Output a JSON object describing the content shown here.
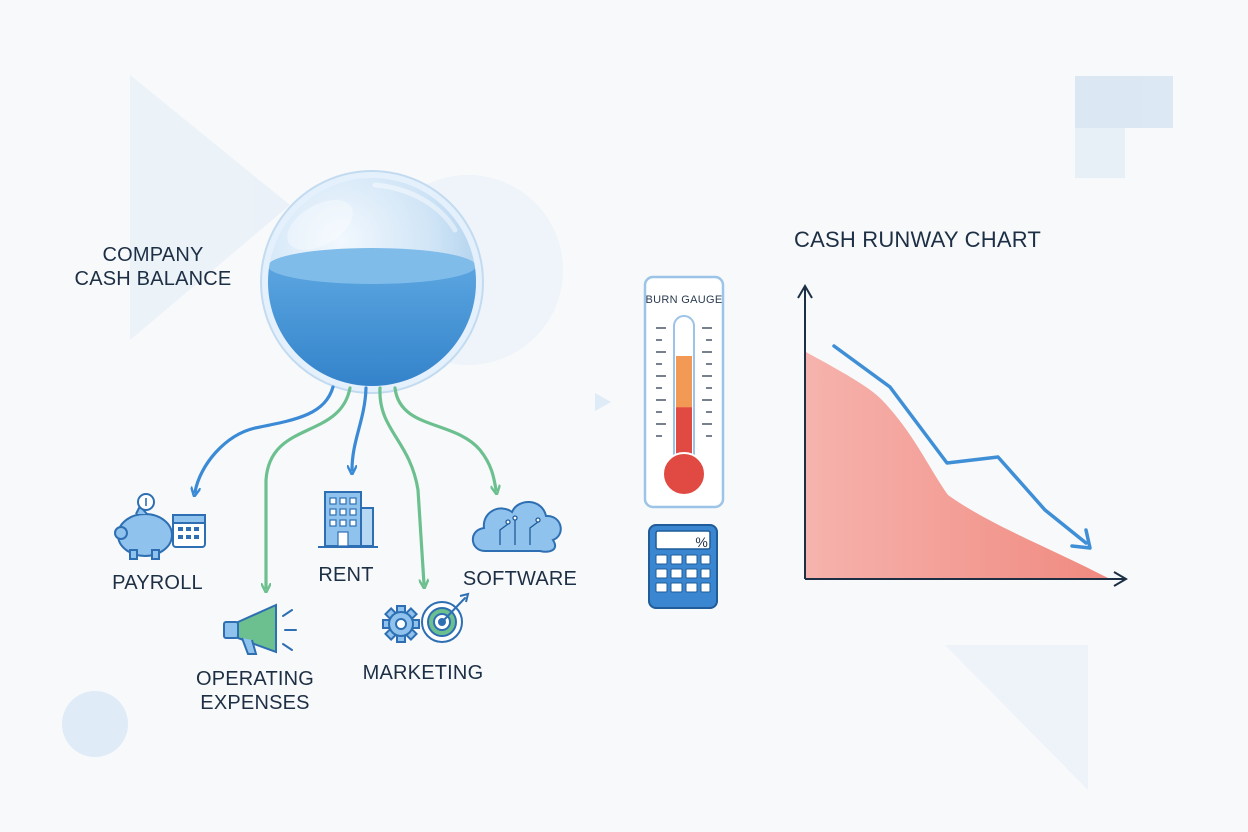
{
  "balance": {
    "label_line1": "COMPANY",
    "label_line2": "CASH BALANCE",
    "fill_level": 0.5
  },
  "expenses": [
    {
      "label_lines": [
        "PAYROLL"
      ],
      "icon": "piggy-bank-calendar-icon"
    },
    {
      "label_lines": [
        "OPERATING",
        "EXPENSES"
      ],
      "icon": "megaphone-icon"
    },
    {
      "label_lines": [
        "RENT"
      ],
      "icon": "office-building-icon"
    },
    {
      "label_lines": [
        "MARKETING"
      ],
      "icon": "gear-target-icon"
    },
    {
      "label_lines": [
        "SOFTWARE"
      ],
      "icon": "cloud-circuit-icon"
    }
  ],
  "burn_gauge": {
    "title": "BURN GAUGE",
    "level": 0.75,
    "colors": {
      "low": "#f29a55",
      "high": "#e04a42"
    }
  },
  "calculator": {
    "display": "%",
    "icon": "calculator-icon"
  },
  "runway_chart": {
    "title": "CASH RUNWAY CHART"
  },
  "colors": {
    "flow_blue": "#3a8ad6",
    "flow_green": "#6cc08f",
    "line": "#3f8fd6",
    "area": "#f3908a",
    "text": "#1d2f44"
  }
}
